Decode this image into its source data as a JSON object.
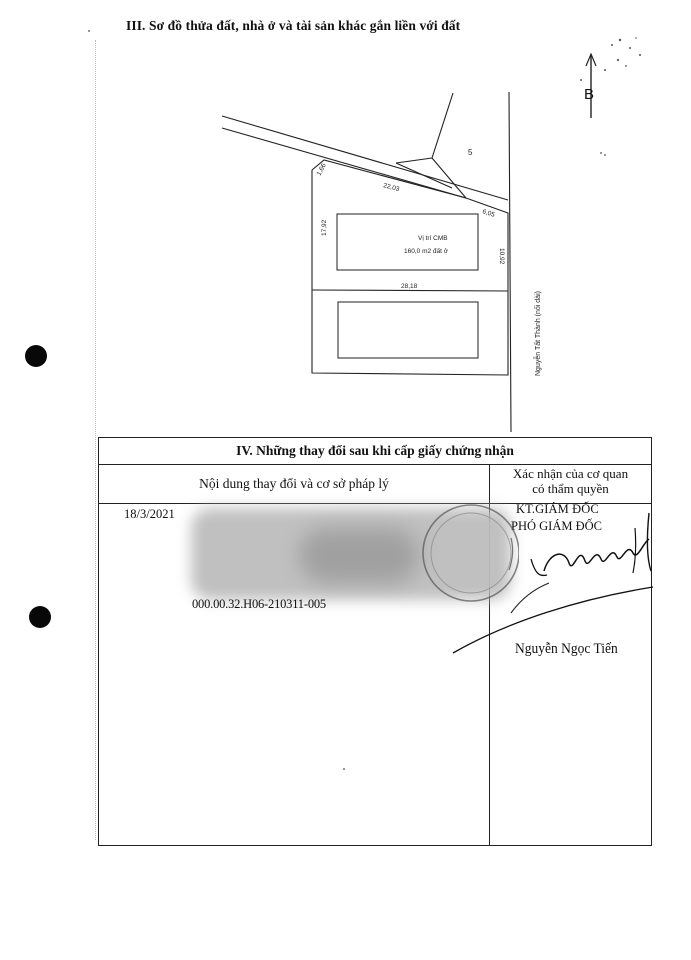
{
  "section3": {
    "title": "III. Sơ đồ thửa đất, nhà ở và tài sản khác gắn liền với đất"
  },
  "map": {
    "north_label": "B",
    "neighbor_plot": "5",
    "dim_top_left": "1,66",
    "dim_top": "22,03",
    "dim_top_right": "6,05",
    "dim_left": "17,92",
    "dim_right": "10,92",
    "dim_middle": "28,18",
    "building_label_1": "Vị trí CMB",
    "building_label_2": "160,0 m2 đất ở",
    "street_name": "Nguyễn Tất Thành (nối dài)"
  },
  "section4": {
    "title": "IV. Những thay đổi sau khi cấp giấy chứng nhận",
    "col1_header": "Nội dung thay đổi và cơ sở pháp lý",
    "col2_header_line1": "Xác nhận của cơ quan",
    "col2_header_line2": "có thẩm quyền",
    "entry_date": "18/3/2021",
    "entry_code": "000.00.32.H06-210311-005",
    "signer_title_1": "KT.GIÁM ĐỐC",
    "signer_title_2": "PHÓ GIÁM ĐỐC",
    "signer_name": "Nguyễn Ngọc Tiến"
  }
}
